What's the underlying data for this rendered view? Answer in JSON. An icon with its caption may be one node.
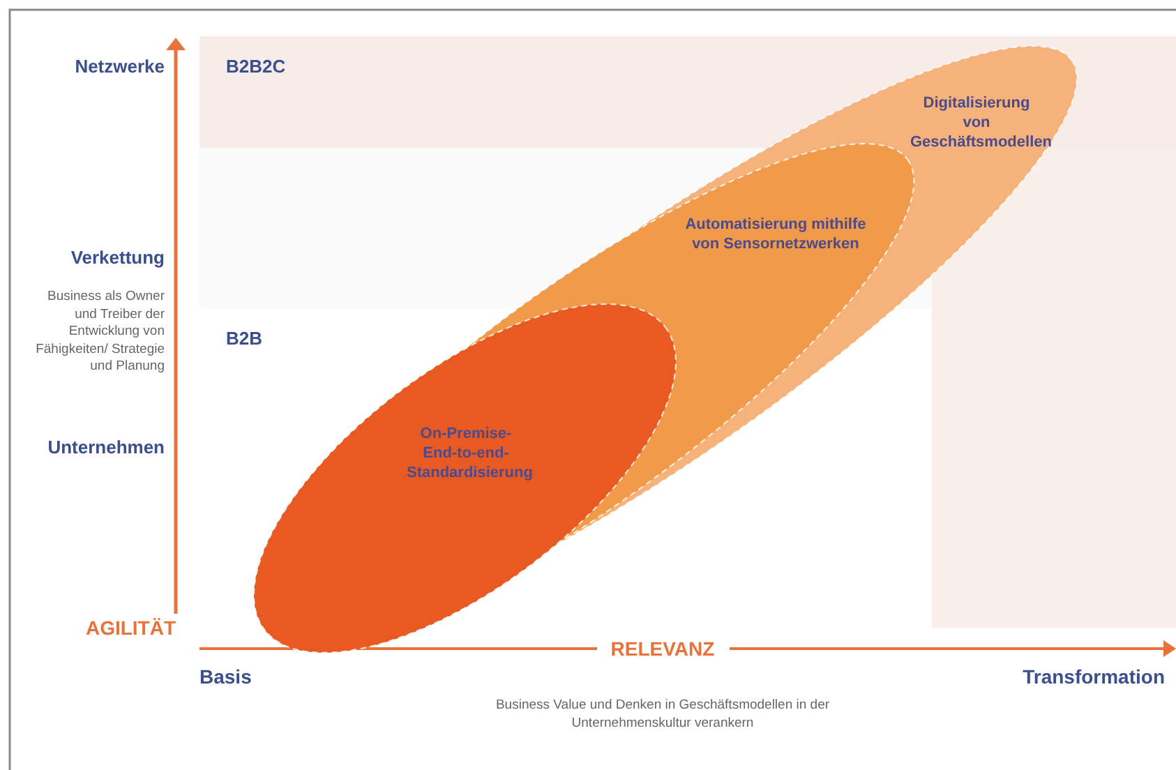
{
  "diagram": {
    "nodes": [
      {
        "text": [
          "Digitalisierung von Geschäftsmodellen"
        ]
      },
      {
        "text": [
          "Automatisierung mithilfe von Sensornetzwerken"
        ],
        "in": 0
      },
      {
        "text": [
          "On-Premise- End-to-end- Standardisierung"
        ],
        "in": 1
      }
    ],
    "edges": [],
    "labels": [
      "Netzwerke",
      "B2B2C",
      "Verkettung",
      "Business als Owner und Treiber der Entwicklung von Fähigkeiten/ Strategie und Planung",
      "B2B",
      "Unternehmen",
      "AGILITÄT",
      "RELEVANZ",
      "Basis",
      "Transformation",
      "Business Value und Denken in Geschäftsmodellen in der Unternehmenskultur verankern"
    ]
  }
}
